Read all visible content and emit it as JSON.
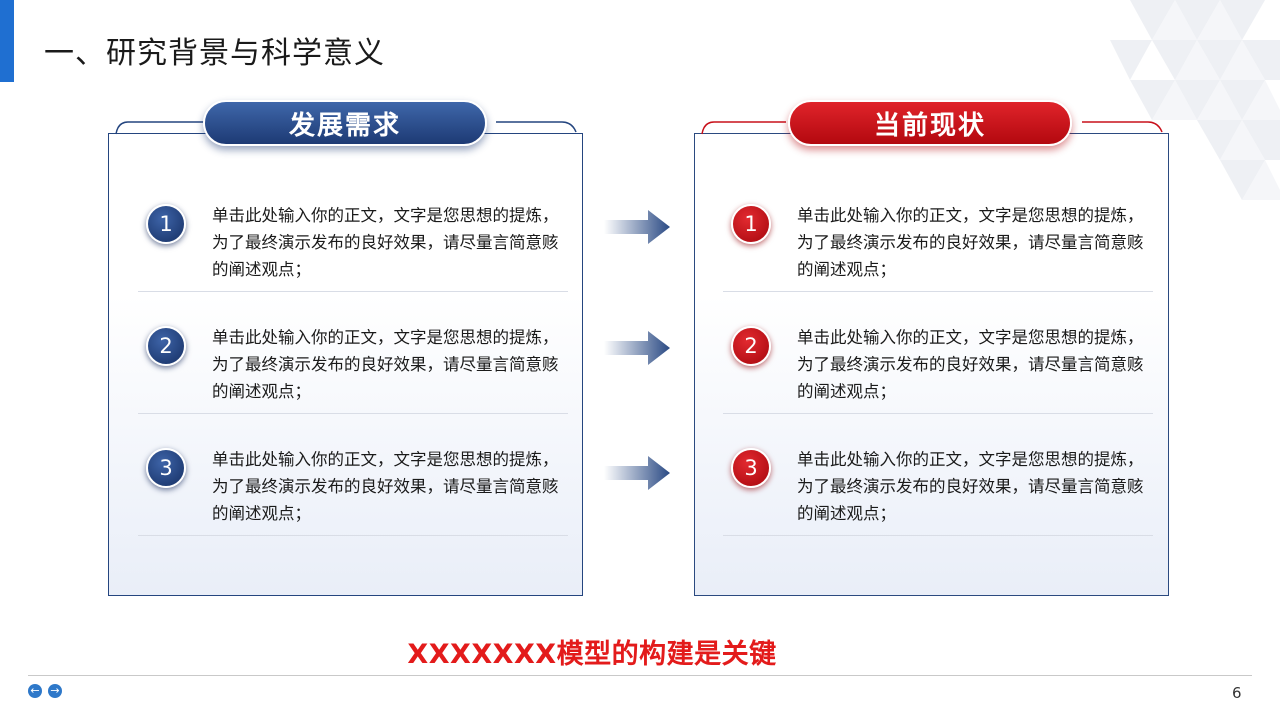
{
  "title": "一、研究背景与科学意义",
  "colors": {
    "accent": "#1f6fd1",
    "navy": "#1d3a74",
    "red": "#c8101a",
    "conclusion": "#e31b1b"
  },
  "left_panel": {
    "header": "发展需求",
    "items": [
      {
        "num": "1",
        "text": "单击此处输入你的正文，文字是您思想的提炼，为了最终演示发布的良好效果，请尽量言简意赅的阐述观点；"
      },
      {
        "num": "2",
        "text": "单击此处输入你的正文，文字是您思想的提炼，为了最终演示发布的良好效果，请尽量言简意赅的阐述观点；"
      },
      {
        "num": "3",
        "text": "单击此处输入你的正文，文字是您思想的提炼，为了最终演示发布的良好效果，请尽量言简意赅的阐述观点；"
      }
    ]
  },
  "right_panel": {
    "header": "当前现状",
    "items": [
      {
        "num": "1",
        "text": "单击此处输入你的正文，文字是您思想的提炼，为了最终演示发布的良好效果，请尽量言简意赅的阐述观点；"
      },
      {
        "num": "2",
        "text": "单击此处输入你的正文，文字是您思想的提炼，为了最终演示发布的良好效果，请尽量言简意赅的阐述观点；"
      },
      {
        "num": "3",
        "text": "单击此处输入你的正文，文字是您思想的提炼，为了最终演示发布的良好效果，请尽量言简意赅的阐述观点；"
      }
    ]
  },
  "conclusion": "XXXXXXX模型的构建是关键",
  "footer": {
    "prev_icon": "arrow-left-circle-icon",
    "next_icon": "arrow-right-circle-icon",
    "page_number": "6"
  }
}
